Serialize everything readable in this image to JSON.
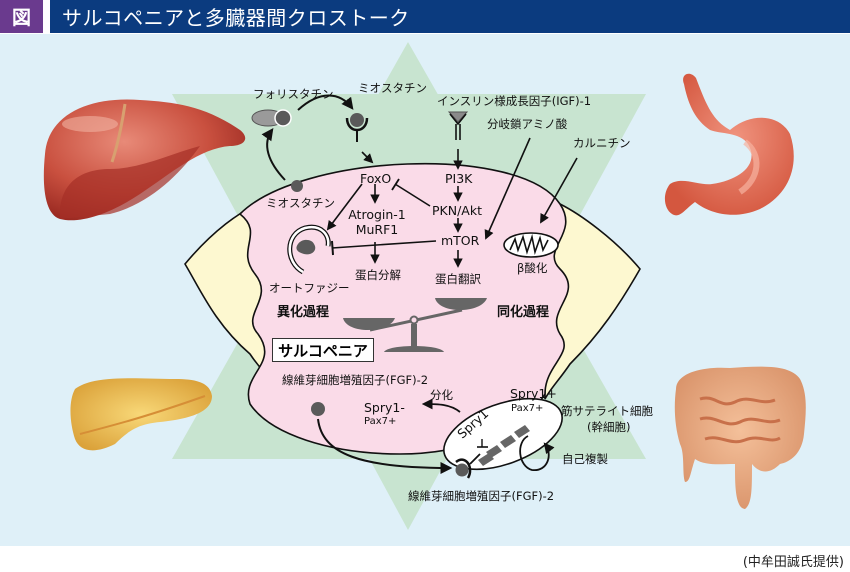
{
  "header": {
    "badge": "図",
    "title": "サルコペニアと多臓器間クロストーク"
  },
  "colors": {
    "badge_bg": "#6a3a8e",
    "title_bg": "#0b3b7f",
    "canvas_bg": "#dff0f8",
    "star": "#c8e4d0",
    "cell_fill": "#fadbe8",
    "muscle_fill": "#fdf8d0",
    "node_gray": "#5a5a5a"
  },
  "organs": {
    "liver": "liver",
    "stomach": "stomach",
    "pancreas": "pancreas",
    "intestine": "intestine"
  },
  "labels": {
    "follistatin": "フォリスタチン",
    "myostatin_top": "ミオスタチン",
    "igf1": "インスリン様成長因子(IGF)-1",
    "bcaa": "分岐鎖アミノ酸",
    "carnitine": "カルニチン",
    "myostatin_left": "ミオスタチン",
    "foxo": "FoxO",
    "pi3k": "PI3K",
    "pkn_akt": "PKN/Akt",
    "atrogin": "Atrogin-1",
    "murf1": "MuRF1",
    "mtor": "mTOR",
    "autophagy": "オートファジー",
    "protein_degradation": "蛋白分解",
    "protein_translation": "蛋白翻訳",
    "beta_oxidation": "β酸化",
    "catabolism": "異化過程",
    "anabolism": "同化過程",
    "sarcopenia": "サルコペニア",
    "fgf2_inner": "線維芽細胞増殖因子(FGF)-2",
    "differentiation": "分化",
    "spry1_minus": "Spry1-",
    "pax7_plus_left": "Pax7+",
    "spry1_plus": "Spry1+",
    "pax7_plus_right": "Pax7+",
    "spry1_inhibit": "Spry1",
    "satellite_cell": "筋サテライト細胞",
    "stem_cell": "(幹細胞)",
    "self_renewal": "自己複製",
    "fgf2_bottom": "線維芽細胞増殖因子(FGF)-2"
  },
  "credit": "(中牟田誠氏提供)"
}
